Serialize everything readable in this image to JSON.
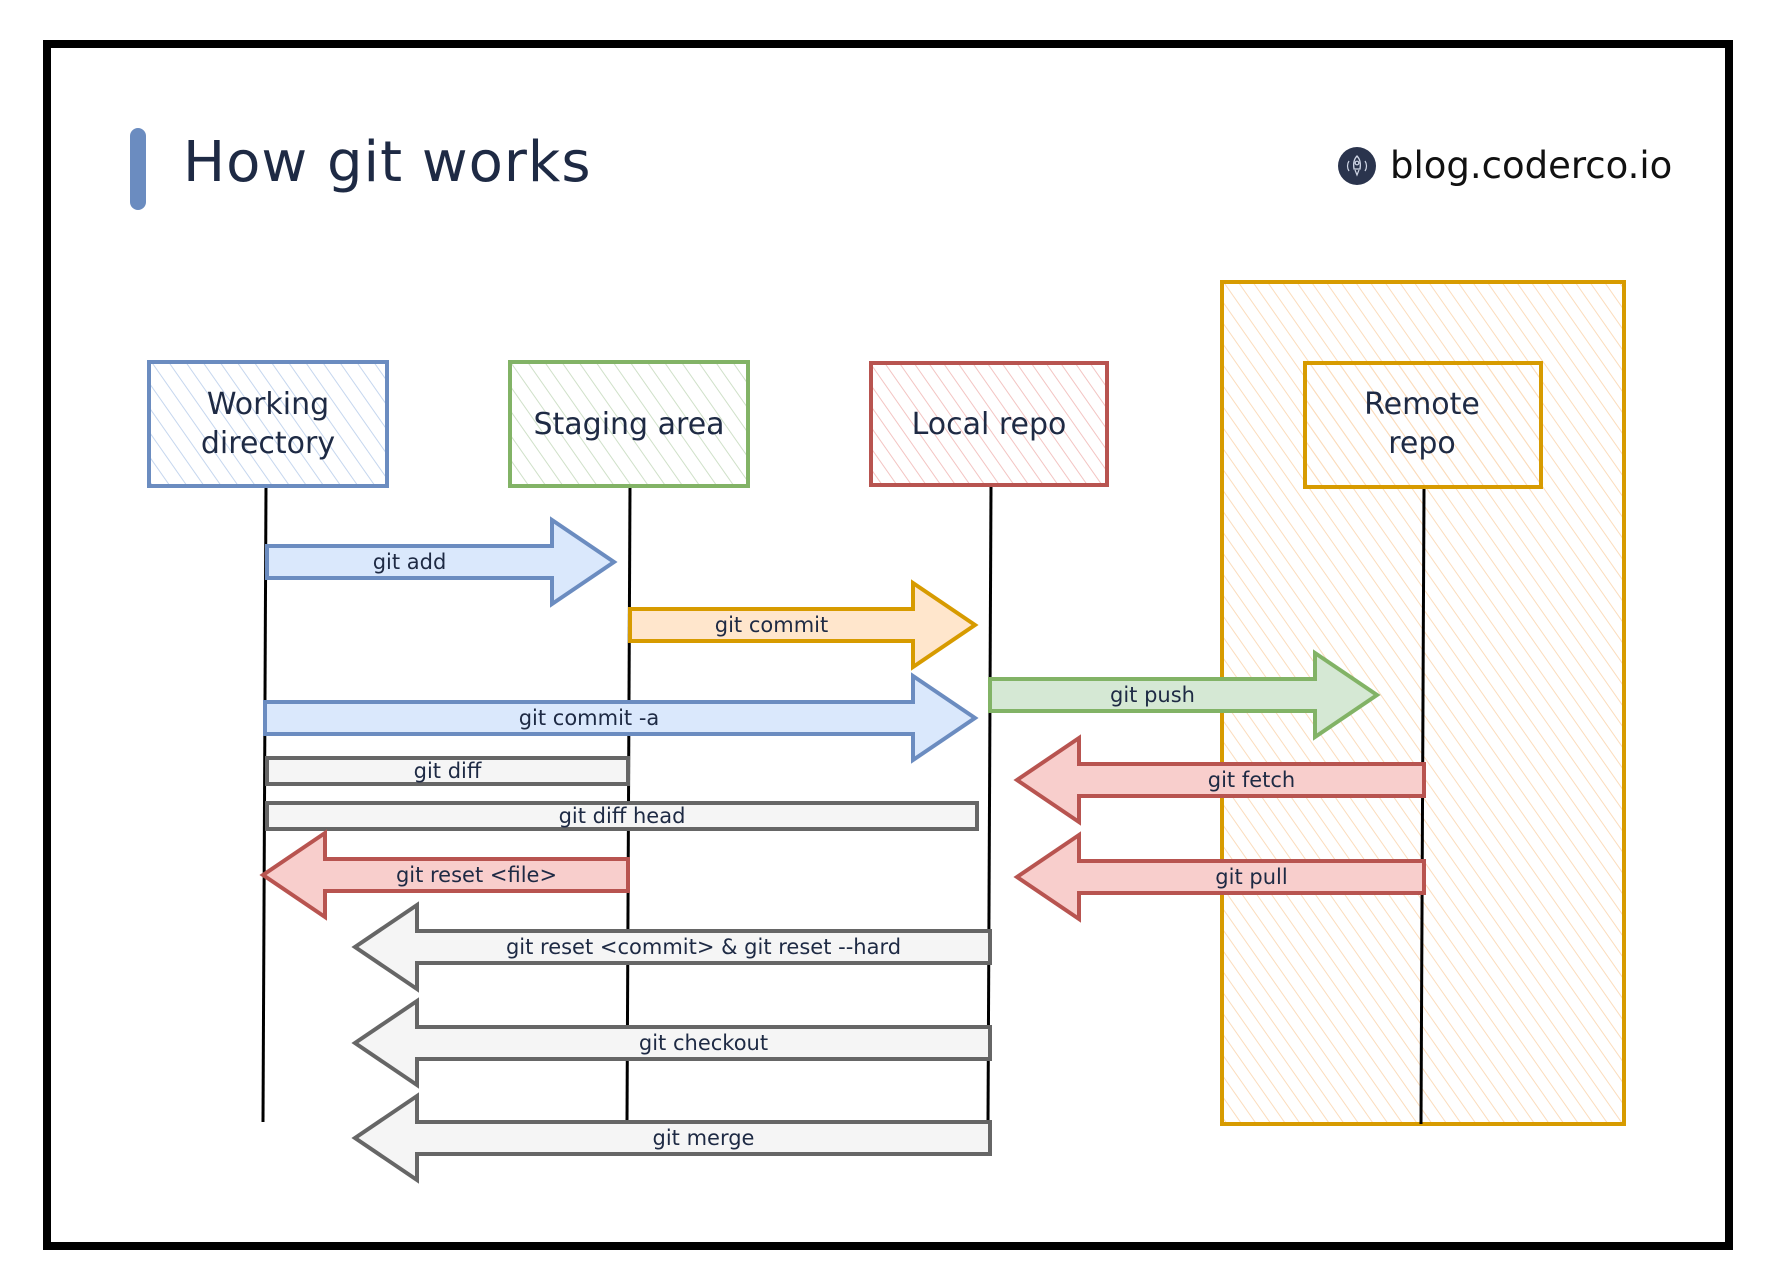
{
  "header": {
    "title": "How git works",
    "logo_text": "blog.coderco.io",
    "logo_icon": "rocket-icon"
  },
  "colors": {
    "blue_stroke": "#6b8cc0",
    "blue_fill": "#dae8fc",
    "green_stroke": "#82b366",
    "green_fill": "#d5e8d4",
    "red_stroke": "#b85450",
    "red_fill": "#f8cecc",
    "orange_stroke": "#d79b00",
    "orange_fill": "#ffe6cc",
    "gray_stroke": "#666666",
    "gray_fill": "#f5f5f5"
  },
  "nodes": [
    {
      "id": "working-directory",
      "label_lines": [
        "Working",
        "directory"
      ],
      "color": "blue"
    },
    {
      "id": "staging-area",
      "label_lines": [
        "Staging area"
      ],
      "color": "green"
    },
    {
      "id": "local-repo",
      "label_lines": [
        "Local repo"
      ],
      "color": "red"
    },
    {
      "id": "remote-repo",
      "label_lines": [
        "Remote",
        "repo"
      ],
      "color": "orange"
    }
  ],
  "arrows": [
    {
      "label": "git add",
      "from": "working-directory",
      "to": "staging-area",
      "direction": "right",
      "color": "blue"
    },
    {
      "label": "git commit",
      "from": "staging-area",
      "to": "local-repo",
      "direction": "right",
      "color": "orange"
    },
    {
      "label": "git push",
      "from": "local-repo",
      "to": "remote-repo",
      "direction": "right",
      "color": "green"
    },
    {
      "label": "git commit -a",
      "from": "working-directory",
      "to": "local-repo",
      "direction": "right",
      "color": "blue"
    },
    {
      "label": "git fetch",
      "from": "remote-repo",
      "to": "local-repo",
      "direction": "left",
      "color": "red"
    },
    {
      "label": "git diff",
      "from": "working-directory",
      "to": "staging-area",
      "direction": "none",
      "color": "gray"
    },
    {
      "label": "git diff head",
      "from": "working-directory",
      "to": "local-repo",
      "direction": "none",
      "color": "gray"
    },
    {
      "label": "git reset <file>",
      "from": "staging-area",
      "to": "working-directory",
      "direction": "left",
      "color": "red"
    },
    {
      "label": "git pull",
      "from": "remote-repo",
      "to": "local-repo",
      "direction": "left",
      "color": "red"
    },
    {
      "label": "git reset <commit> & git reset --hard",
      "from": "local-repo",
      "to": "working-directory",
      "direction": "left",
      "color": "gray"
    },
    {
      "label": "git checkout",
      "from": "local-repo",
      "to": "working-directory",
      "direction": "left",
      "color": "gray"
    },
    {
      "label": "git merge",
      "from": "local-repo",
      "to": "working-directory",
      "direction": "left",
      "color": "gray"
    }
  ]
}
